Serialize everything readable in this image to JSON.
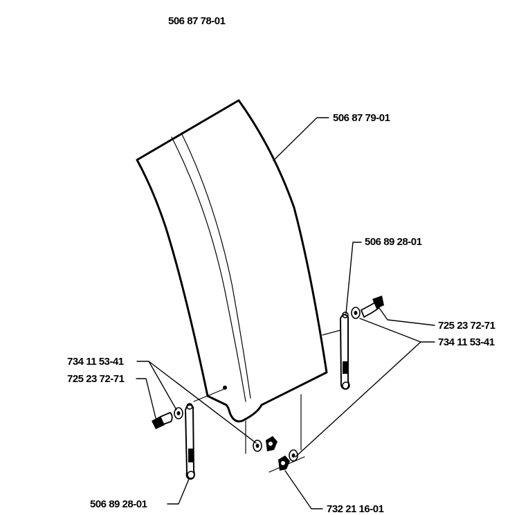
{
  "diagram": {
    "assembly_number": "506 87 78-01",
    "parts": {
      "guard": "506 87 79-01",
      "bracket_right": "506 89 28-01",
      "screw_right": "725 23 72-71",
      "washer_right": "734 11 53-41",
      "washer_left": "734 11 53-41",
      "screw_left": "725 23 72-71",
      "bracket_left": "506 89 28-01",
      "nut": "732 21 16-01"
    }
  }
}
